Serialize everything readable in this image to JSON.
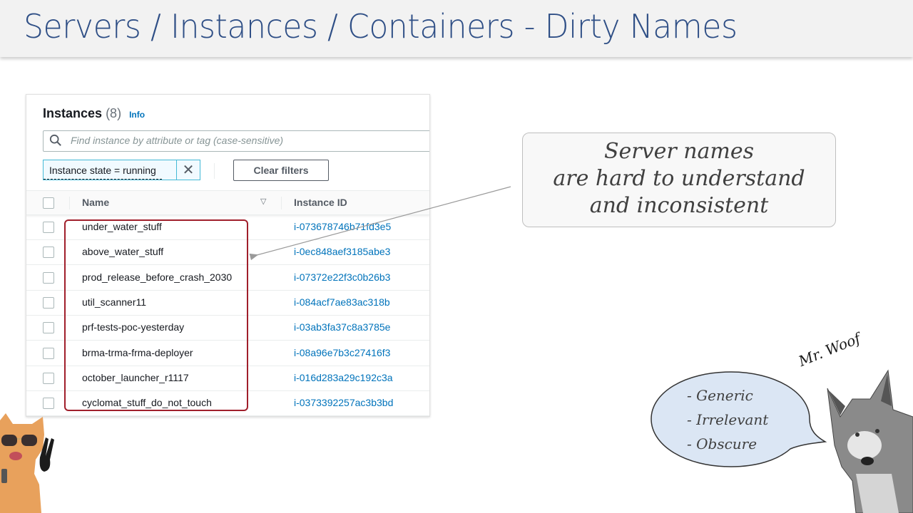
{
  "slide": {
    "title": "Servers / Instances / Containers - Dirty Names"
  },
  "instances_panel": {
    "header": "Instances",
    "count": "(8)",
    "info_link": "Info",
    "search_placeholder": "Find instance by attribute or tag (case-sensitive)",
    "search_value": "",
    "filter_chip": "Instance state = running",
    "clear_filters": "Clear filters",
    "columns": {
      "name": "Name",
      "instance_id": "Instance ID"
    },
    "rows": [
      {
        "name": "under_water_stuff",
        "id": "i-073678746b71fd3e5"
      },
      {
        "name": "above_water_stuff",
        "id": "i-0ec848aef3185abe3"
      },
      {
        "name": "prod_release_before_crash_2030",
        "id": "i-07372e22f3c0b26b3"
      },
      {
        "name": "util_scanner11",
        "id": "i-084acf7ae83ac318b"
      },
      {
        "name": "prf-tests-poc-yesterday",
        "id": "i-03ab3fa37c8a3785e"
      },
      {
        "name": "brma-trma-frma-deployer",
        "id": "i-08a96e7b3c27416f3"
      },
      {
        "name": "october_launcher_r1117",
        "id": "i-016d283a29c192c3a"
      },
      {
        "name": "cyclomat_stuff_do_not_touch",
        "id": "i-0373392257ac3b3bd"
      }
    ]
  },
  "callout": {
    "lines": [
      "Server names",
      "are hard to understand",
      "and inconsistent"
    ]
  },
  "speech_bubble": {
    "items": [
      "- Generic",
      "- Irrelevant",
      "- Obscure"
    ]
  },
  "character": {
    "name": "Mr. Woof"
  },
  "colors": {
    "title": "#2f4f86",
    "link": "#0073bb",
    "highlight": "#a01f2b",
    "bubble": "#dbe6f4"
  }
}
